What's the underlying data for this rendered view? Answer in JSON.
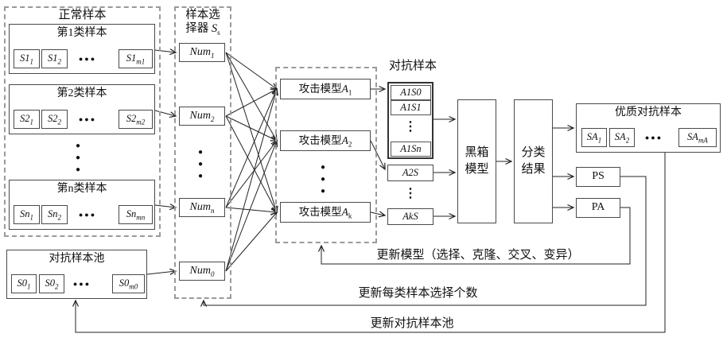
{
  "normal": {
    "title": "正常样本",
    "rows": [
      {
        "title": "第1类样本",
        "cells": [
          {
            "b": "S1",
            "s": "1"
          },
          {
            "b": "S1",
            "s": "2"
          },
          {
            "b": "S1",
            "s": "m1"
          }
        ]
      },
      {
        "title": "第2类样本",
        "cells": [
          {
            "b": "S2",
            "s": "1"
          },
          {
            "b": "S2",
            "s": "2"
          },
          {
            "b": "S2",
            "s": "m2"
          }
        ]
      },
      {
        "title": "第n类样本",
        "cells": [
          {
            "b": "Sn",
            "s": "1"
          },
          {
            "b": "Sn",
            "s": "2"
          },
          {
            "b": "Sn",
            "s": "mn"
          }
        ]
      }
    ]
  },
  "pool": {
    "title": "对抗样本池",
    "cells": [
      {
        "b": "S0",
        "s": "1"
      },
      {
        "b": "S0",
        "s": "2"
      },
      {
        "b": "S0",
        "s": "m0"
      }
    ]
  },
  "selector": {
    "title_line1": "样本选",
    "title_line2_text": "择器 ",
    "title_var": {
      "b": "S",
      "s": "s"
    },
    "nums": [
      {
        "b": "Num",
        "s": "1"
      },
      {
        "b": "Num",
        "s": "2"
      },
      {
        "b": "Num",
        "s": "n"
      },
      {
        "b": "Num",
        "s": "0"
      }
    ]
  },
  "attack": {
    "prefix": "攻击模型",
    "models": [
      {
        "b": "A",
        "s": "1"
      },
      {
        "b": "A",
        "s": "2"
      },
      {
        "b": "A",
        "s": "k"
      }
    ]
  },
  "outputs": {
    "label": "对抗样本",
    "stack": [
      "A1S0",
      "A1S1",
      "A1Sn"
    ],
    "mid": "A2S",
    "last": "AkS"
  },
  "blackbox": {
    "line1": "黑箱",
    "line2": "模型"
  },
  "classify": {
    "line1": "分类",
    "line2": "结果"
  },
  "quality": {
    "title": "优质对抗样本",
    "cells": [
      {
        "b": "SA",
        "s": "1"
      },
      {
        "b": "SA",
        "s": "2"
      },
      {
        "b": "SA",
        "s": "mA"
      }
    ]
  },
  "ps_label": "PS",
  "pa_label": "PA",
  "feedback": {
    "update_model": "更新模型（选择、克隆、交叉、变异）",
    "update_count": "更新每类样本选择个数",
    "update_pool": "更新对抗样本池"
  },
  "glyphs": {
    "hdots": "●●●",
    "vdot": "●",
    "vellipsis": "⋮"
  },
  "colors": {
    "wire": "#222222",
    "box_border": "#4a4a4a",
    "dashed_border": "#9a9a9a"
  }
}
